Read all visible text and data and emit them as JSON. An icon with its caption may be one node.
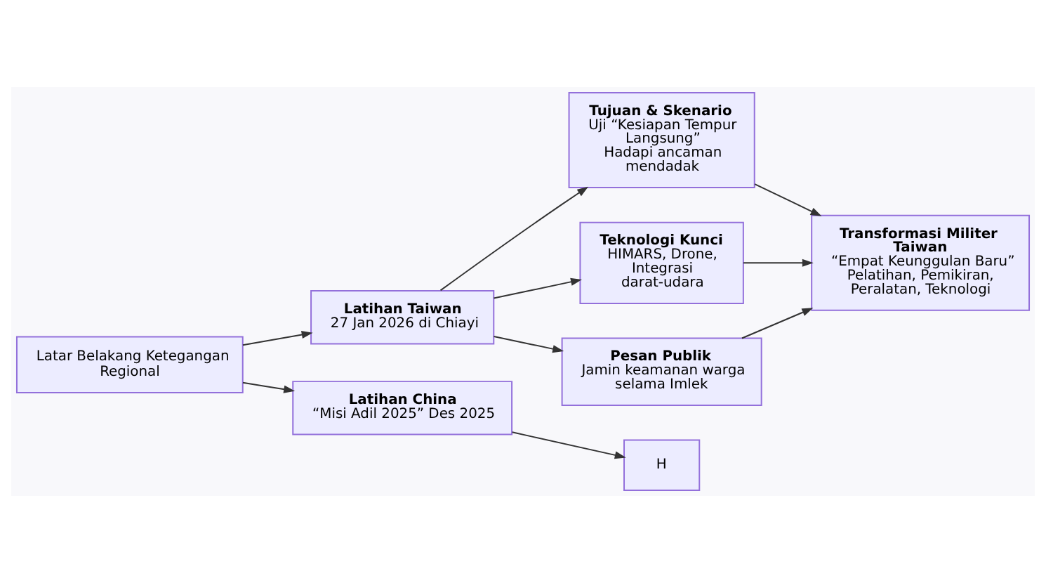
{
  "diagram": {
    "nodes": [
      {
        "text": [
          "Latar Belakang Ketegangan Regional"
        ]
      },
      {
        "text": [
          "Latihan Taiwan",
          "27 Jan 2026 di Chiayi"
        ]
      },
      {
        "text": [
          "Latihan China",
          "“Misi Adil 2025” Des 2025"
        ]
      },
      {
        "text": [
          "Tujuan & Skenario",
          "Uji “Kesiapan Tempur Langsung”",
          "Hadapi ancaman mendadak"
        ]
      },
      {
        "text": [
          "Teknologi Kunci",
          "HIMARS, Drone, Integrasi darat-udara"
        ]
      },
      {
        "text": [
          "Pesan Publik",
          "Jamin keamanan warga selama Imlek"
        ]
      },
      {
        "text": [
          "H"
        ]
      },
      {
        "text": [
          "Transformasi Militer Taiwan",
          "“Empat Keunggulan Baru”",
          "Pelatihan, Pemikiran, Peralatan, Teknologi"
        ]
      }
    ],
    "edges": [
      {
        "from": 0,
        "to": 1,
        "arrow": "to"
      },
      {
        "from": 0,
        "to": 2,
        "arrow": "to"
      },
      {
        "from": 1,
        "to": 3,
        "arrow": "to"
      },
      {
        "from": 1,
        "to": 4,
        "arrow": "to"
      },
      {
        "from": 1,
        "to": 5,
        "arrow": "to"
      },
      {
        "from": 2,
        "to": 6,
        "arrow": "to"
      },
      {
        "from": 3,
        "to": 7,
        "arrow": "to"
      },
      {
        "from": 4,
        "to": 7,
        "arrow": "to"
      },
      {
        "from": 5,
        "to": 7,
        "arrow": "to"
      }
    ]
  }
}
